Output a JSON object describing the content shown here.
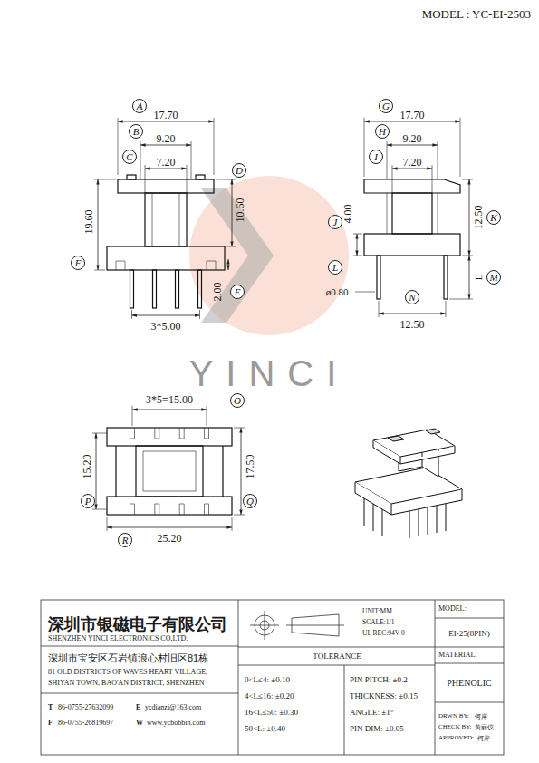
{
  "diagram": {
    "title": "MODEL : YC-EI-2503",
    "nodes": [
      {
        "text": [
          "A"
        ]
      },
      {
        "text": [
          "B"
        ]
      },
      {
        "text": [
          "C"
        ]
      },
      {
        "text": [
          "D"
        ]
      },
      {
        "text": [
          "E"
        ]
      },
      {
        "text": [
          "F"
        ]
      },
      {
        "text": [
          "G"
        ]
      },
      {
        "text": [
          "H"
        ]
      },
      {
        "text": [
          "I"
        ]
      },
      {
        "text": [
          "J"
        ]
      },
      {
        "text": [
          "K"
        ]
      },
      {
        "text": [
          "L"
        ]
      },
      {
        "text": [
          "M"
        ]
      },
      {
        "text": [
          "N"
        ]
      },
      {
        "text": [
          "O"
        ]
      },
      {
        "text": [
          "P"
        ]
      },
      {
        "text": [
          "Q"
        ]
      },
      {
        "text": [
          "R"
        ]
      }
    ],
    "labels": [
      "17.70",
      "9.20",
      "7.20",
      "10.60",
      "19.60",
      "2.00",
      "3*5.00",
      "17.70",
      "9.20",
      "7.20",
      "4.00",
      "12.50",
      "ø0.80",
      "12.50",
      "L",
      "3*5=15.00",
      "15.20",
      "17.50",
      "25.20",
      "YINCI",
      "深圳市银磁电子有限公司",
      "SHENZHEN YINCI ELECTRONICS CO,LTD.",
      "深圳市宝安区石岩镇浪心村旧区81栋",
      "81 OLD DISTRICTS OF WAVES HEART VILLAGE,",
      "SHIYAN TOWN, BAO'AN DISTRICT, SHENZHEN",
      "T",
      "86-0755-27632099",
      "E",
      "ycdianzi@163.com",
      "F",
      "86-0755-26819697",
      "W",
      "www.ycbobbin.com",
      "UNIT:MM",
      "SCALE:1/1",
      "UL REC:94V-0",
      "TOLERANCE",
      "0<L≤4: ±0.10",
      "4<L≤16: ±0.20",
      "16<L≤50: ±0.30",
      "50<L: ±0.40",
      "PIN PITCH: ±0.2",
      "THICKNESS: ±0.15",
      "ANGLE: ±1°",
      "PIN DIM: ±0.05",
      "MODEL:",
      "EI-25(8PIN)",
      "MATERIAL:",
      "PHENOLIC",
      "DRWN BY:",
      "何岸",
      "CHECK BY:",
      "黄丽仪",
      "APPROVED:",
      "何岸"
    ]
  }
}
